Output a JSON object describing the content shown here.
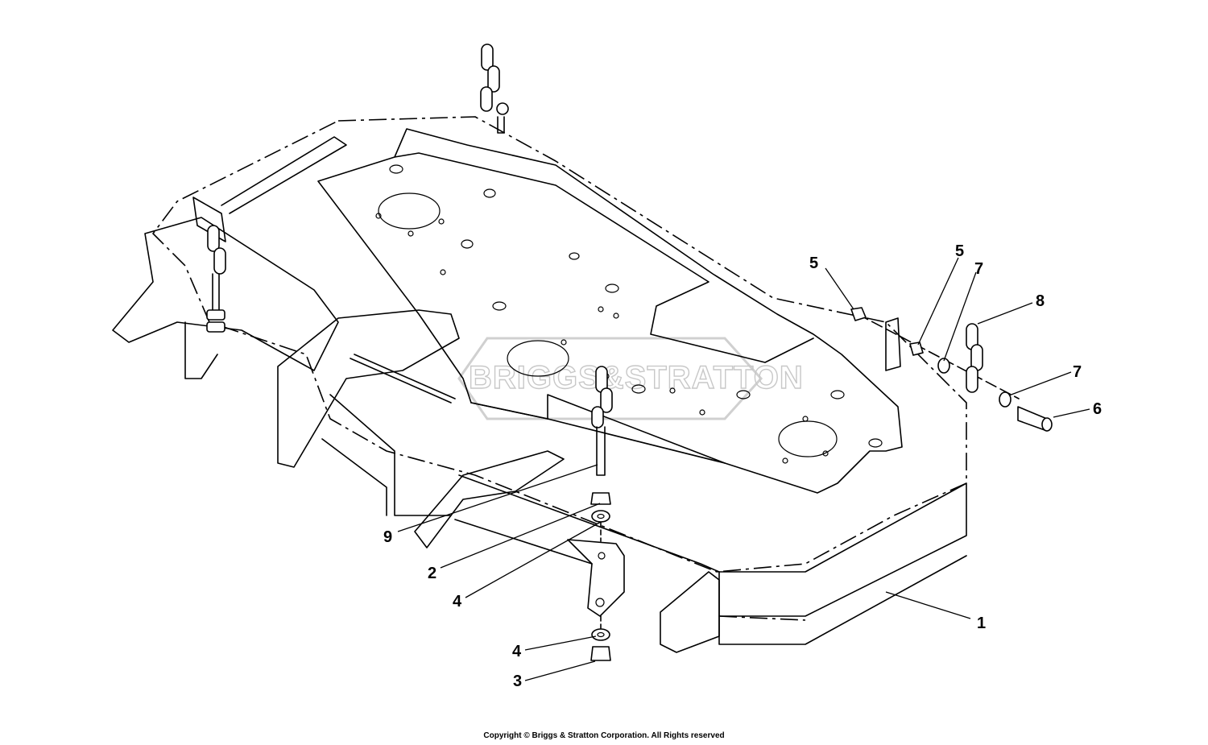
{
  "watermark": {
    "text": "BRIGGS&STRATTON"
  },
  "callouts": [
    {
      "id": "1",
      "label": "1"
    },
    {
      "id": "2",
      "label": "2"
    },
    {
      "id": "3",
      "label": "3"
    },
    {
      "id": "4a",
      "label": "4"
    },
    {
      "id": "4b",
      "label": "4"
    },
    {
      "id": "5a",
      "label": "5"
    },
    {
      "id": "5b",
      "label": "5"
    },
    {
      "id": "6",
      "label": "6"
    },
    {
      "id": "7a",
      "label": "7"
    },
    {
      "id": "7b",
      "label": "7"
    },
    {
      "id": "8",
      "label": "8"
    },
    {
      "id": "9",
      "label": "9"
    }
  ],
  "footer": {
    "copyright": "Copyright © Briggs & Stratton Corporation. All Rights reserved"
  }
}
